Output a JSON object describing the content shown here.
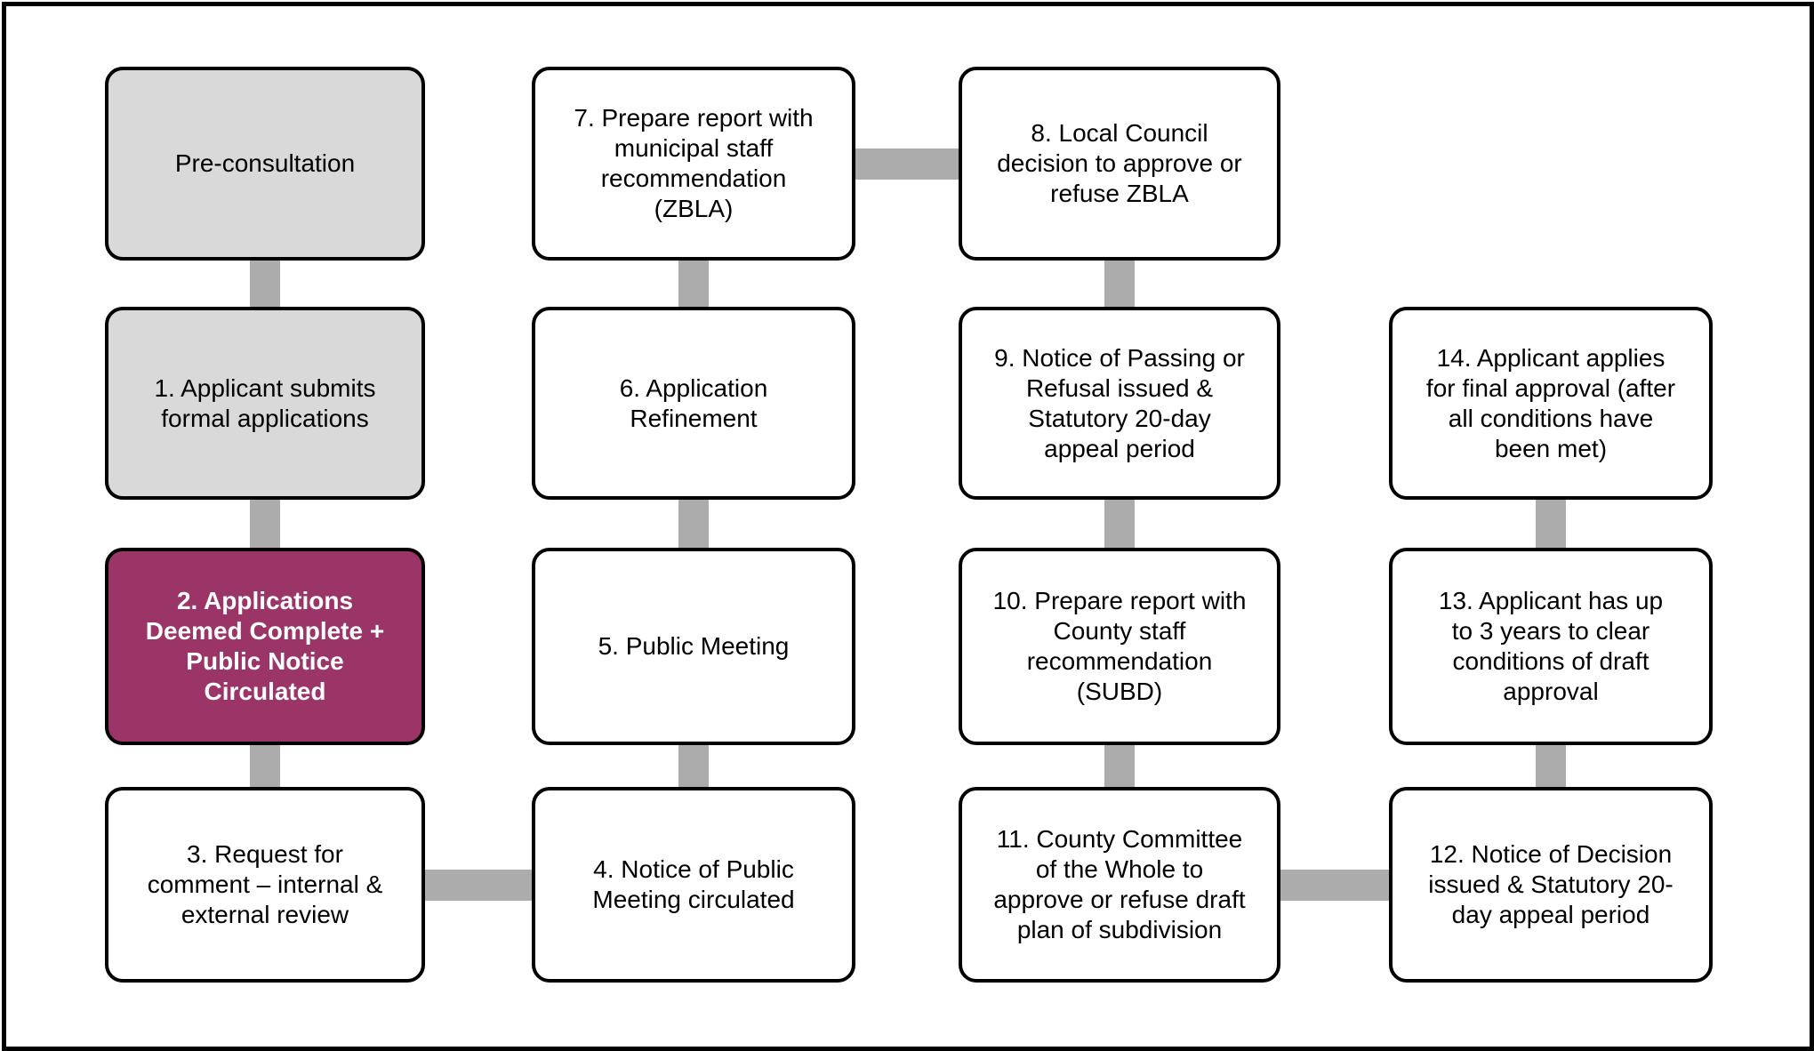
{
  "diagram": {
    "type": "flowchart",
    "colors": {
      "box_fill_default": "#FFFFFF",
      "box_fill_gray": "#D9D9D9",
      "box_fill_highlight": "#9C3567",
      "box_border": "#000000",
      "connector": "#ACACAC",
      "text_default": "#000000",
      "text_highlight": "#FFFFFF",
      "frame_border": "#000000"
    },
    "nodes": [
      {
        "id": "pre",
        "label": "Pre-consultation",
        "variant": "gray"
      },
      {
        "id": "1",
        "label": "1. Applicant submits\nformal applications",
        "variant": "gray"
      },
      {
        "id": "2",
        "label": "2. Applications\nDeemed Complete +\nPublic Notice\nCirculated",
        "variant": "highlight"
      },
      {
        "id": "3",
        "label": "3. Request for\ncomment – internal &\nexternal review",
        "variant": "white"
      },
      {
        "id": "4",
        "label": "4. Notice of Public\nMeeting circulated",
        "variant": "white"
      },
      {
        "id": "5",
        "label": "5. Public Meeting",
        "variant": "white"
      },
      {
        "id": "6",
        "label": "6. Application\nRefinement",
        "variant": "white"
      },
      {
        "id": "7",
        "label": "7. Prepare report with\nmunicipal staff\nrecommendation\n(ZBLA)",
        "variant": "white"
      },
      {
        "id": "8",
        "label": "8. Local Council\ndecision to approve or\nrefuse ZBLA",
        "variant": "white"
      },
      {
        "id": "9",
        "label": "9. Notice of Passing or\nRefusal issued &\nStatutory 20-day\nappeal period",
        "variant": "white"
      },
      {
        "id": "10",
        "label": "10. Prepare report with\nCounty staff\nrecommendation\n(SUBD)",
        "variant": "white"
      },
      {
        "id": "11",
        "label": "11. County Committee\nof the Whole to\napprove or refuse draft\nplan of subdivision",
        "variant": "white"
      },
      {
        "id": "12",
        "label": "12. Notice of Decision\nissued & Statutory 20-\nday appeal period",
        "variant": "white"
      },
      {
        "id": "13",
        "label": "13. Applicant has up\nto 3 years to clear\nconditions of draft\napproval",
        "variant": "white"
      },
      {
        "id": "14",
        "label": "14. Applicant applies\nfor final approval (after\nall conditions have\nbeen met)",
        "variant": "white"
      }
    ],
    "edges": [
      {
        "from": "pre",
        "to": "1"
      },
      {
        "from": "1",
        "to": "2"
      },
      {
        "from": "2",
        "to": "3"
      },
      {
        "from": "3",
        "to": "4"
      },
      {
        "from": "4",
        "to": "5"
      },
      {
        "from": "5",
        "to": "6"
      },
      {
        "from": "6",
        "to": "7"
      },
      {
        "from": "7",
        "to": "8"
      },
      {
        "from": "8",
        "to": "9"
      },
      {
        "from": "9",
        "to": "10"
      },
      {
        "from": "10",
        "to": "11"
      },
      {
        "from": "11",
        "to": "12"
      },
      {
        "from": "12",
        "to": "13"
      },
      {
        "from": "13",
        "to": "14"
      }
    ]
  }
}
